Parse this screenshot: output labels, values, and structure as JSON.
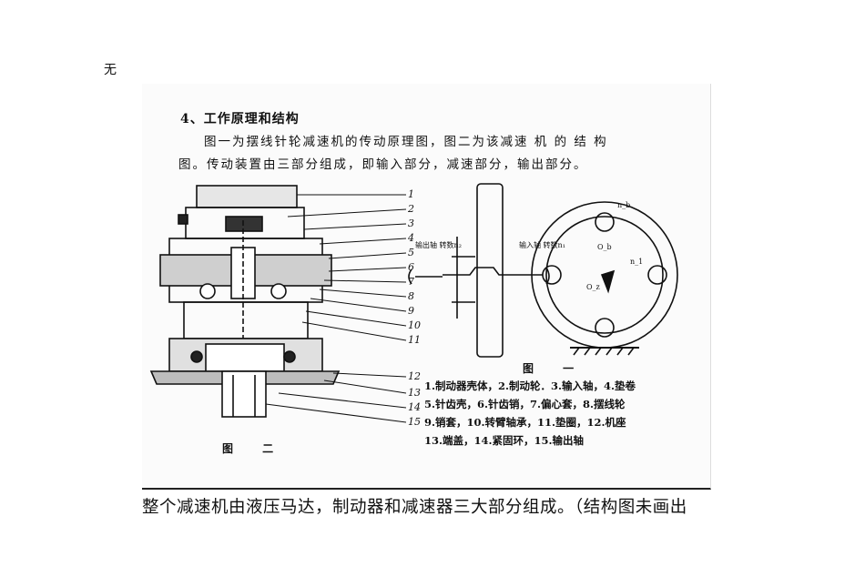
{
  "page_note": "无",
  "section_title": "4、工作原理和结构",
  "paragraph": {
    "line1": "图一为摆线针轮减速机的传动原理图，图二为该减速 机 的 结 构",
    "line2": "图。传动装置由三部分组成，即输入部分，减速部分，输出部分。"
  },
  "figure2": {
    "caption": "图 二",
    "numbers": [
      "1",
      "2",
      "3",
      "4",
      "5",
      "6",
      "7",
      "8",
      "9",
      "10",
      "11",
      "12",
      "13",
      "14",
      "15"
    ]
  },
  "figure1": {
    "caption": "图 一",
    "labels": {
      "output_shaft": "输出轴\n转数n₂",
      "input_shaft": "输入轴\n转数n₁",
      "center_b": "O_b",
      "center_z": "O_z",
      "n_b": "n_b",
      "n_1": "n_1"
    }
  },
  "legend": {
    "line1": "1.制动器壳体，2.制动轮．3.输入轴，4.垫卷",
    "line2": "5.针齿壳，6.针齿销，7.偏心套，8.摆线轮",
    "line3": "9.销套，10.转臂轴承，11.垫圈，12.机座",
    "line4": "13.端盖，14.紧固环，15.输出轴"
  },
  "bottom_text": "整个减速机由液压马达，制动器和减速器三大部分组成。（结构图未画出"
}
